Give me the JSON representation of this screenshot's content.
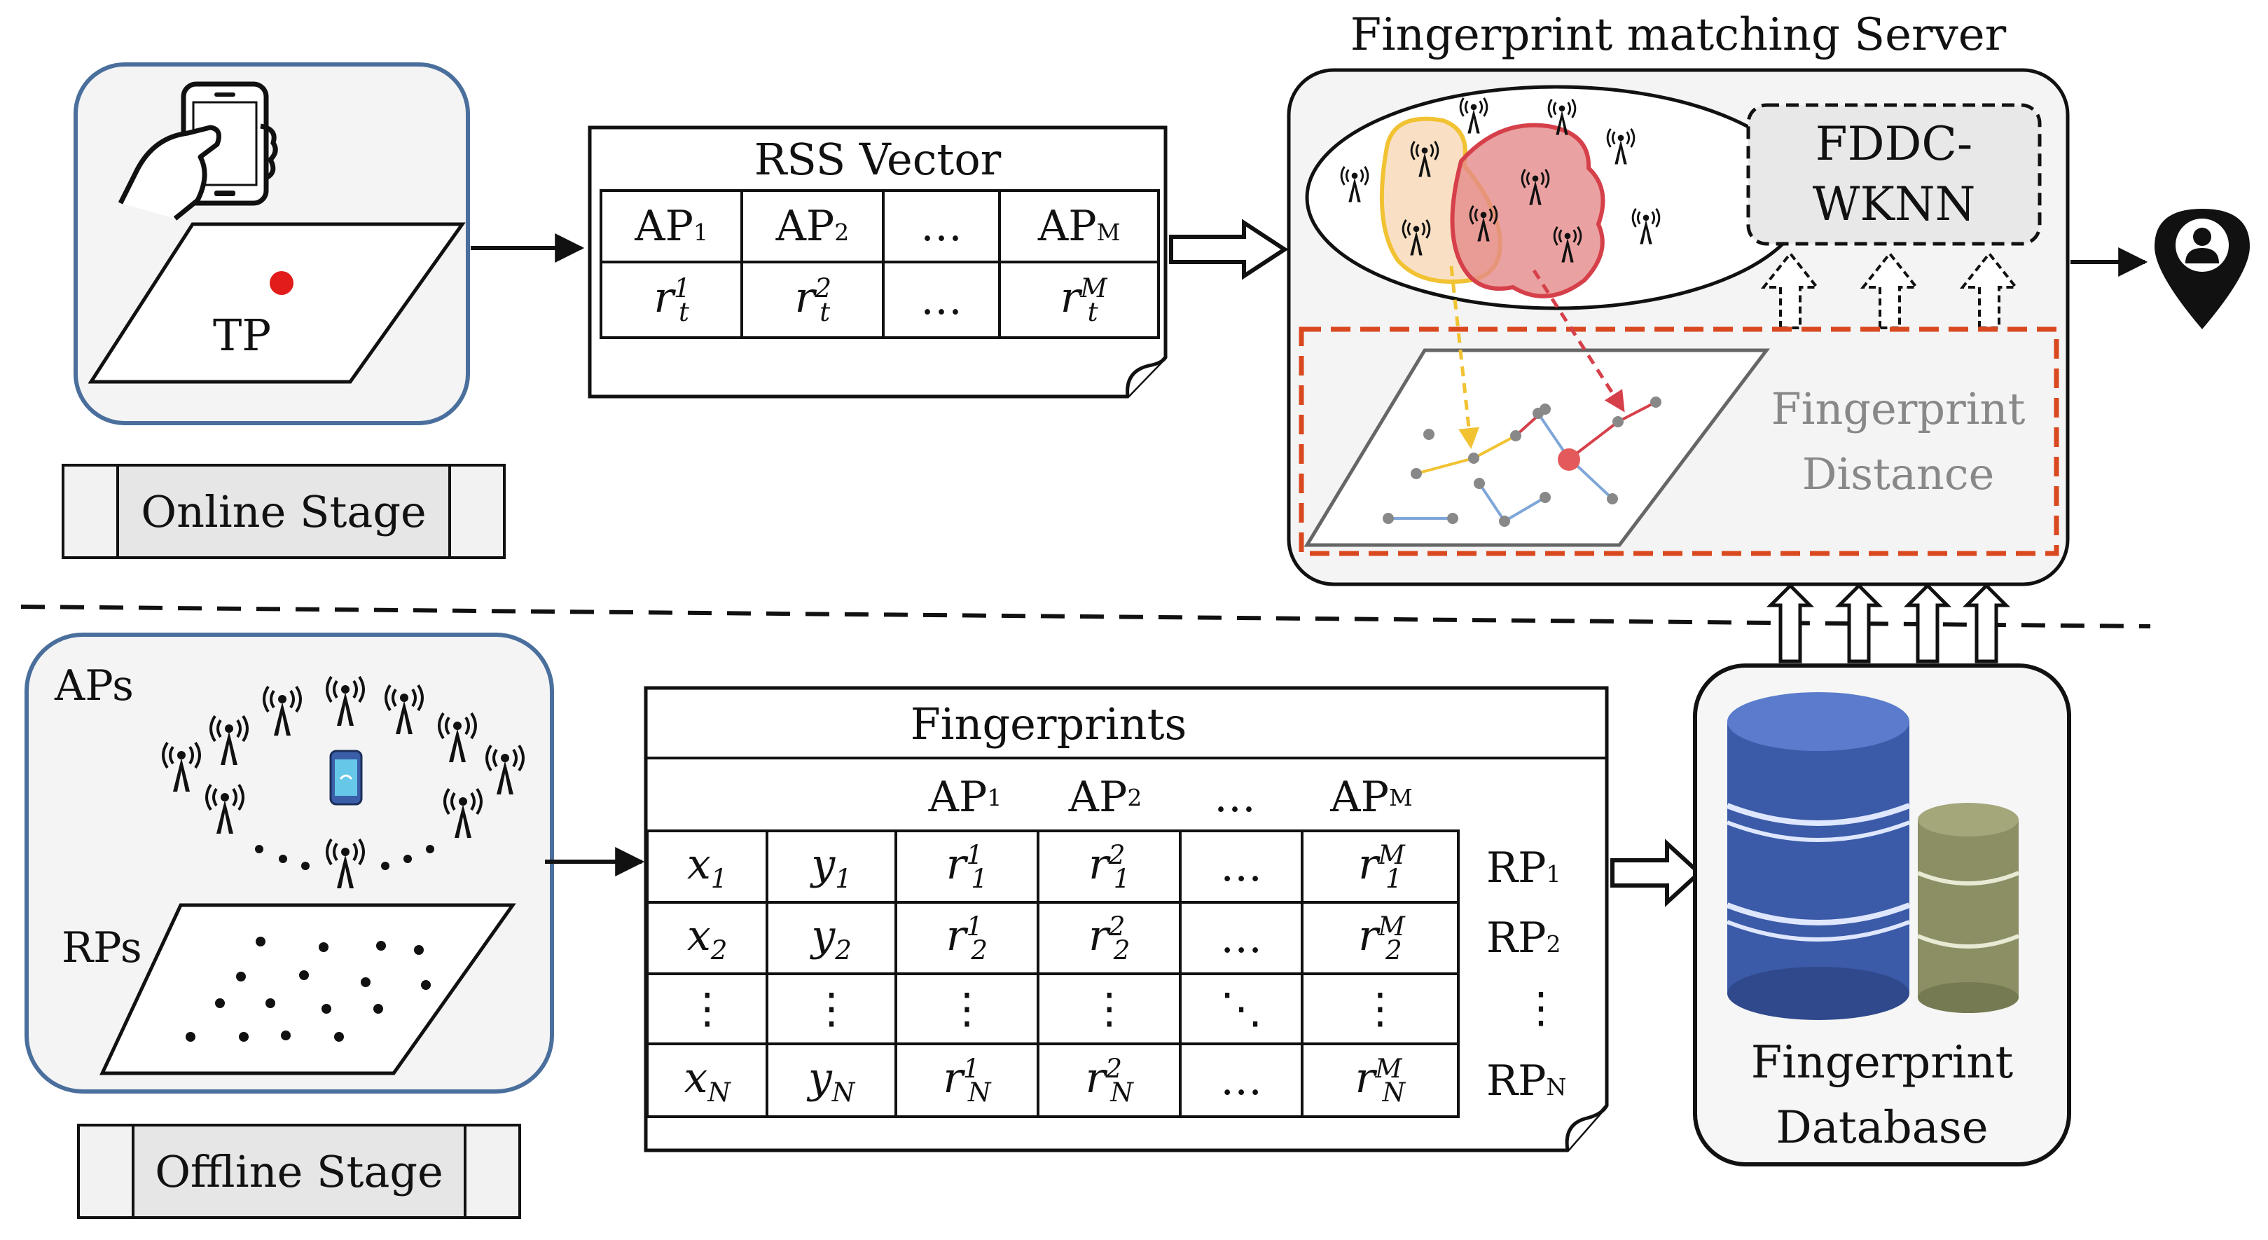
{
  "online": {
    "stage_label": "Online Stage",
    "tp_label": "TP"
  },
  "rss": {
    "title": "RSS Vector",
    "headers": [
      {
        "base": "AP",
        "sub": "1"
      },
      {
        "base": "AP",
        "sub": "2"
      },
      {
        "base": "…",
        "sub": ""
      },
      {
        "base": "AP",
        "sub": "M"
      }
    ],
    "values": [
      {
        "base": "r",
        "sub": "t",
        "sup": "1"
      },
      {
        "base": "r",
        "sub": "t",
        "sup": "2"
      },
      {
        "base": "…",
        "sub": "",
        "sup": ""
      },
      {
        "base": "r",
        "sub": "t",
        "sup": "M"
      }
    ]
  },
  "server": {
    "title": "Fingerprint matching Server",
    "algo_line1": "FDDC-",
    "algo_line2": "WKNN",
    "distance_line1": "Fingerprint",
    "distance_line2": "Distance"
  },
  "offline": {
    "stage_label": "Offline Stage",
    "aps_label": "APs",
    "rps_label": "RPs"
  },
  "fingerprints": {
    "title": "Fingerprints",
    "headers": [
      {
        "base": "AP",
        "sub": "1"
      },
      {
        "base": "AP",
        "sub": "2"
      },
      {
        "base": "…",
        "sub": ""
      },
      {
        "base": "AP",
        "sub": "M"
      }
    ],
    "rows": [
      {
        "x": "x",
        "y": "y",
        "i": "1",
        "rp": "RP",
        "rp_sub": "1"
      },
      {
        "x": "x",
        "y": "y",
        "i": "2",
        "rp": "RP",
        "rp_sub": "2"
      },
      {
        "x": "⋮",
        "y": "⋮",
        "i": "",
        "rp": "⋮",
        "rp_sub": ""
      },
      {
        "x": "x",
        "y": "y",
        "i": "N",
        "rp": "RP",
        "rp_sub": "N"
      }
    ]
  },
  "database": {
    "line1": "Fingerprint",
    "line2": "Database"
  },
  "icons": {
    "phone": "phone-in-hand-icon",
    "location": "location-pin-icon",
    "antenna": "antenna-icon",
    "database": "database-cylinder-icon"
  },
  "colors": {
    "frame_blue": "#4a6f9c",
    "tp_dot": "#e21b1b",
    "dashed_red": "#d9481e",
    "yellow_region": "#f1c232",
    "red_region": "#d6404a",
    "db_blue": "#3b5aa8",
    "db_olive": "#8b8f63"
  }
}
